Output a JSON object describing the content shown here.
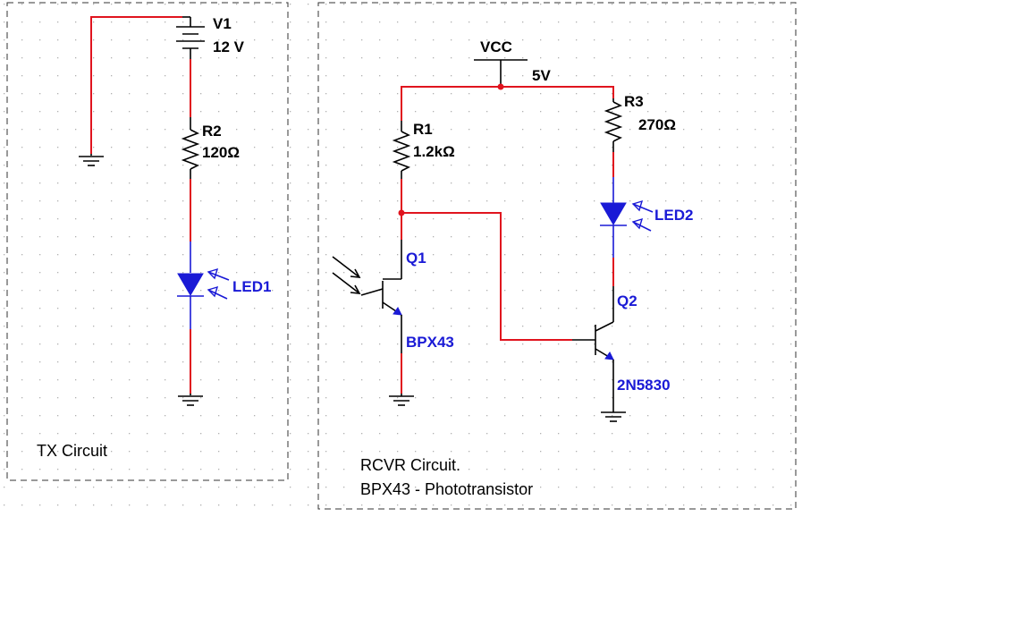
{
  "colors": {
    "wire": "#e0141e",
    "component": "#000000",
    "active_label": "#1a1ad6",
    "grid_dot": "#b0b0b0",
    "background": "#ffffff"
  },
  "tx_circuit": {
    "note": "TX Circuit",
    "v1": {
      "ref": "V1",
      "value": "12 V",
      "icon": "battery-icon"
    },
    "r2": {
      "ref": "R2",
      "value": "120Ω",
      "icon": "resistor-icon"
    },
    "led1": {
      "ref": "LED1",
      "icon": "led-icon"
    }
  },
  "rcvr_circuit": {
    "note_line1": "RCVR Circuit.",
    "note_line2": "BPX43 - Phototransistor",
    "vcc": {
      "ref": "VCC",
      "value": "5V"
    },
    "r1": {
      "ref": "R1",
      "value": "1.2kΩ",
      "icon": "resistor-icon"
    },
    "r3": {
      "ref": "R3",
      "value": "270Ω",
      "icon": "resistor-icon"
    },
    "led2": {
      "ref": "LED2",
      "icon": "led-icon"
    },
    "q1": {
      "ref": "Q1",
      "part": "BPX43",
      "icon": "phototransistor-icon"
    },
    "q2": {
      "ref": "Q2",
      "part": "2N5830",
      "icon": "npn-transistor-icon"
    }
  }
}
